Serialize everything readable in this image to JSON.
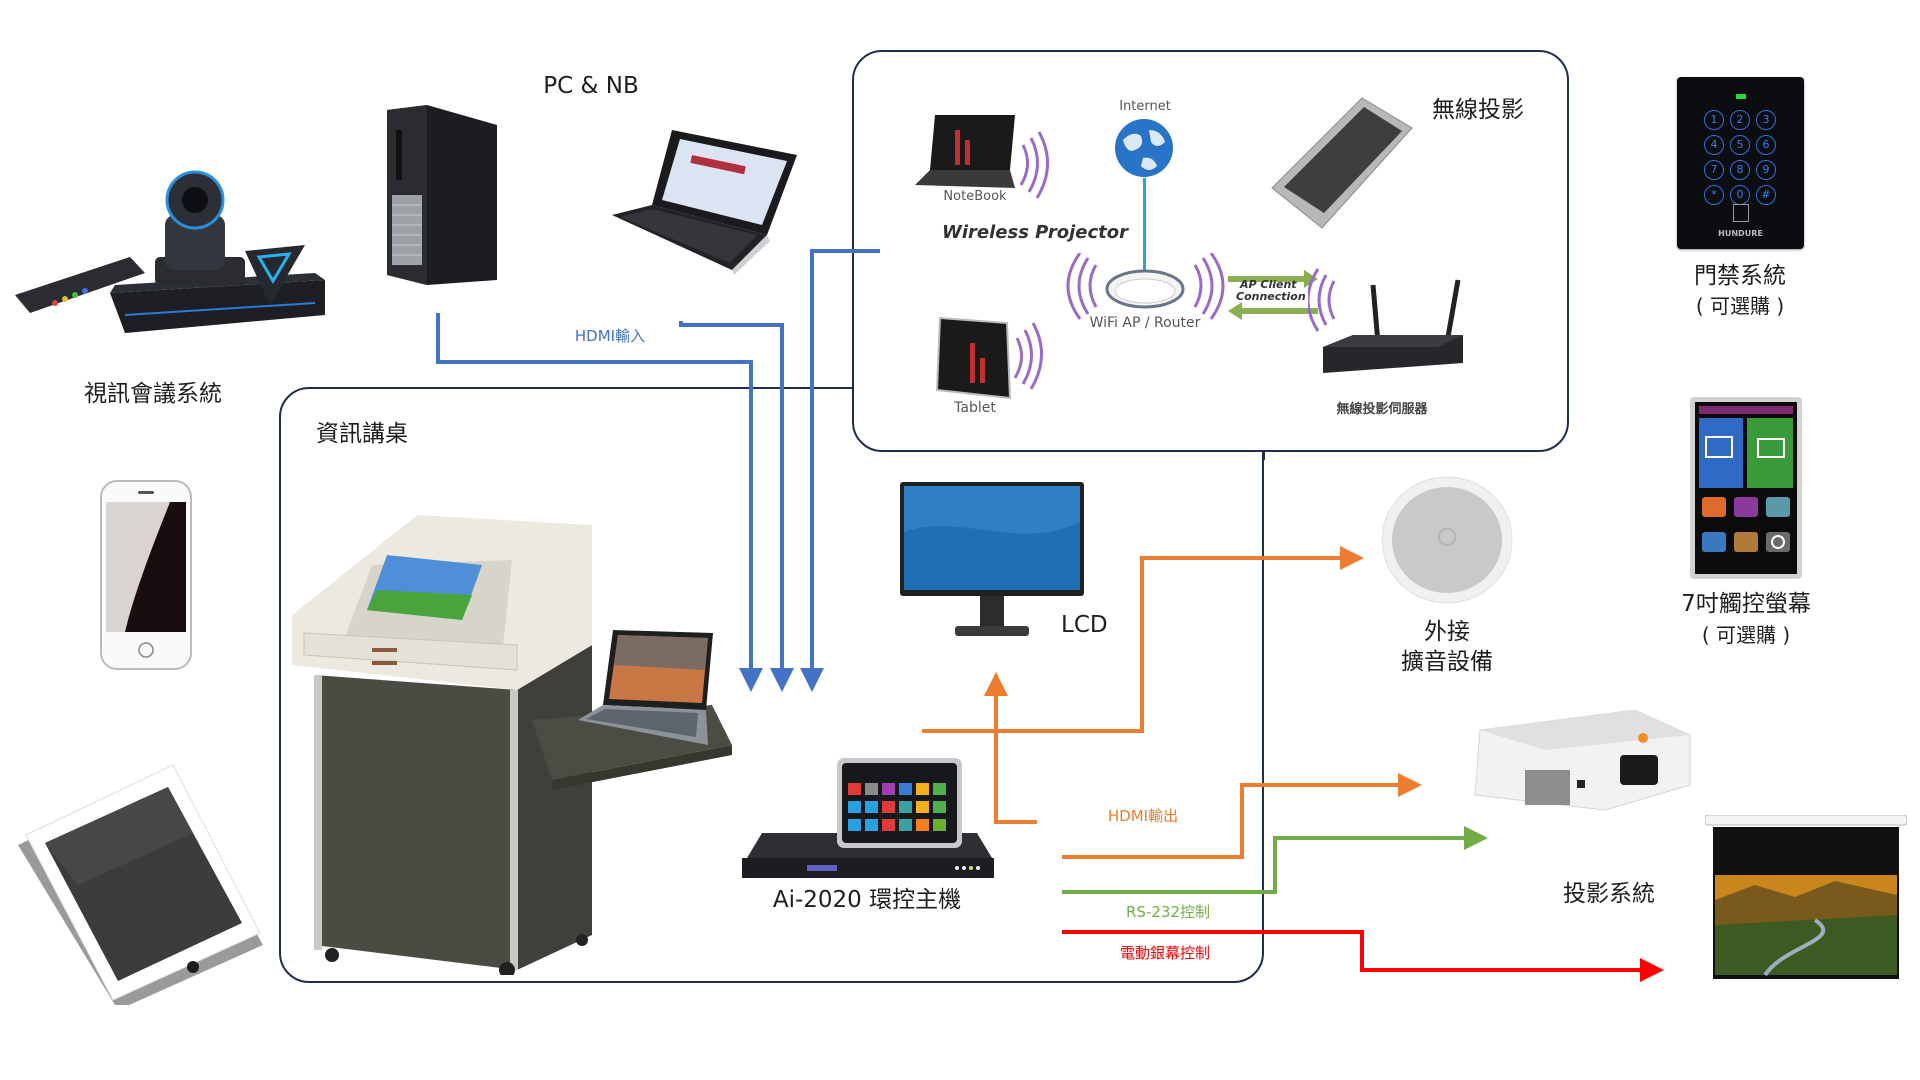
{
  "diagram": {
    "title": "Ai-2020 環控主機 system diagram",
    "groups": {
      "info_desk": {
        "label": "資訊講桌"
      },
      "wireless_projection": {
        "label": "無線投影"
      }
    },
    "devices": {
      "video_conference": {
        "label": "視訊會議系統"
      },
      "pc_nb": {
        "label": "PC & NB"
      },
      "controller": {
        "label": "Ai-2020 環控主機"
      },
      "lcd": {
        "label": "LCD"
      },
      "speaker": {
        "label_line1": "外接",
        "label_line2": "擴音設備"
      },
      "projection": {
        "label": "投影系統"
      },
      "door_access": {
        "label_line1": "門禁系統",
        "label_line2": "( 可選購 )",
        "brand": "HUNDURE",
        "keys": [
          "1",
          "2",
          "3",
          "4",
          "5",
          "6",
          "7",
          "8",
          "9",
          "*",
          "0",
          "#"
        ]
      },
      "touch_panel": {
        "label_line1": "7吋觸控螢幕",
        "label_line2": "( 可選購 )"
      }
    },
    "wireless_inset": {
      "notebook": "NoteBook",
      "heading": "Wireless Projector",
      "internet": "Internet",
      "router": "WiFi AP / Router",
      "ap_client_line1": "AP Client",
      "ap_client_line2": "Connection",
      "tablet": "Tablet",
      "server": "無線投影伺服器"
    },
    "connections": {
      "hdmi_in": {
        "label": "HDMI輸入",
        "color": "#4472c4"
      },
      "hdmi_out": {
        "label": "HDMI輸出",
        "color": "#ed7d31"
      },
      "rs232": {
        "label": "RS-232控制",
        "color": "#70ad47"
      },
      "screen_control": {
        "label": "電動銀幕控制",
        "color": "#ff0000"
      }
    },
    "colors": {
      "box_border": "#1f2d4f",
      "hdmi_in": "#4472c4",
      "hdmi_out": "#ed7d31",
      "rs232": "#70ad47",
      "screen": "#ff0000"
    }
  }
}
